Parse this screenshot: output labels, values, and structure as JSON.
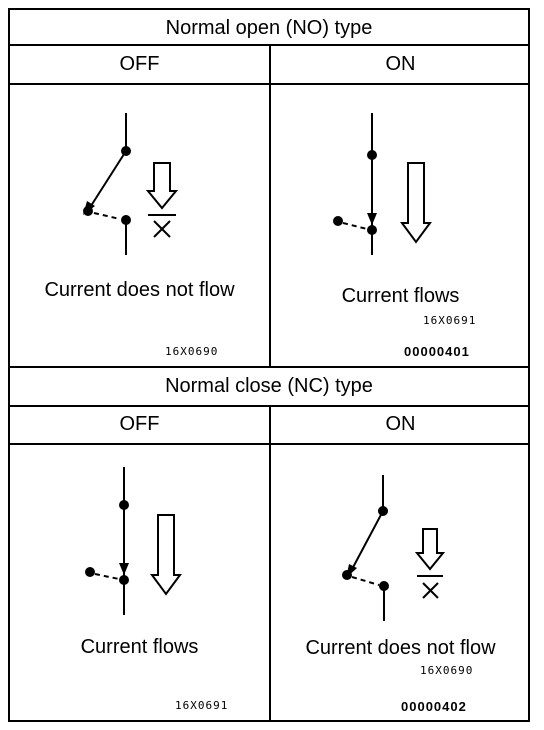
{
  "sections": [
    {
      "title": "Normal open (NO) type",
      "off": {
        "state_label": "OFF",
        "caption": "Current does not flow",
        "figure_code": "16X0690"
      },
      "on": {
        "state_label": "ON",
        "caption": "Current flows",
        "figure_code": "16X0691",
        "doc_number": "00000401"
      }
    },
    {
      "title": "Normal close (NC) type",
      "off": {
        "state_label": "OFF",
        "caption": "Current flows",
        "figure_code": "16X0691"
      },
      "on": {
        "state_label": "ON",
        "caption": "Current does not flow",
        "figure_code": "16X0690",
        "doc_number": "00000402"
      }
    }
  ],
  "colors": {
    "ink": "#000000",
    "paper": "#ffffff"
  }
}
